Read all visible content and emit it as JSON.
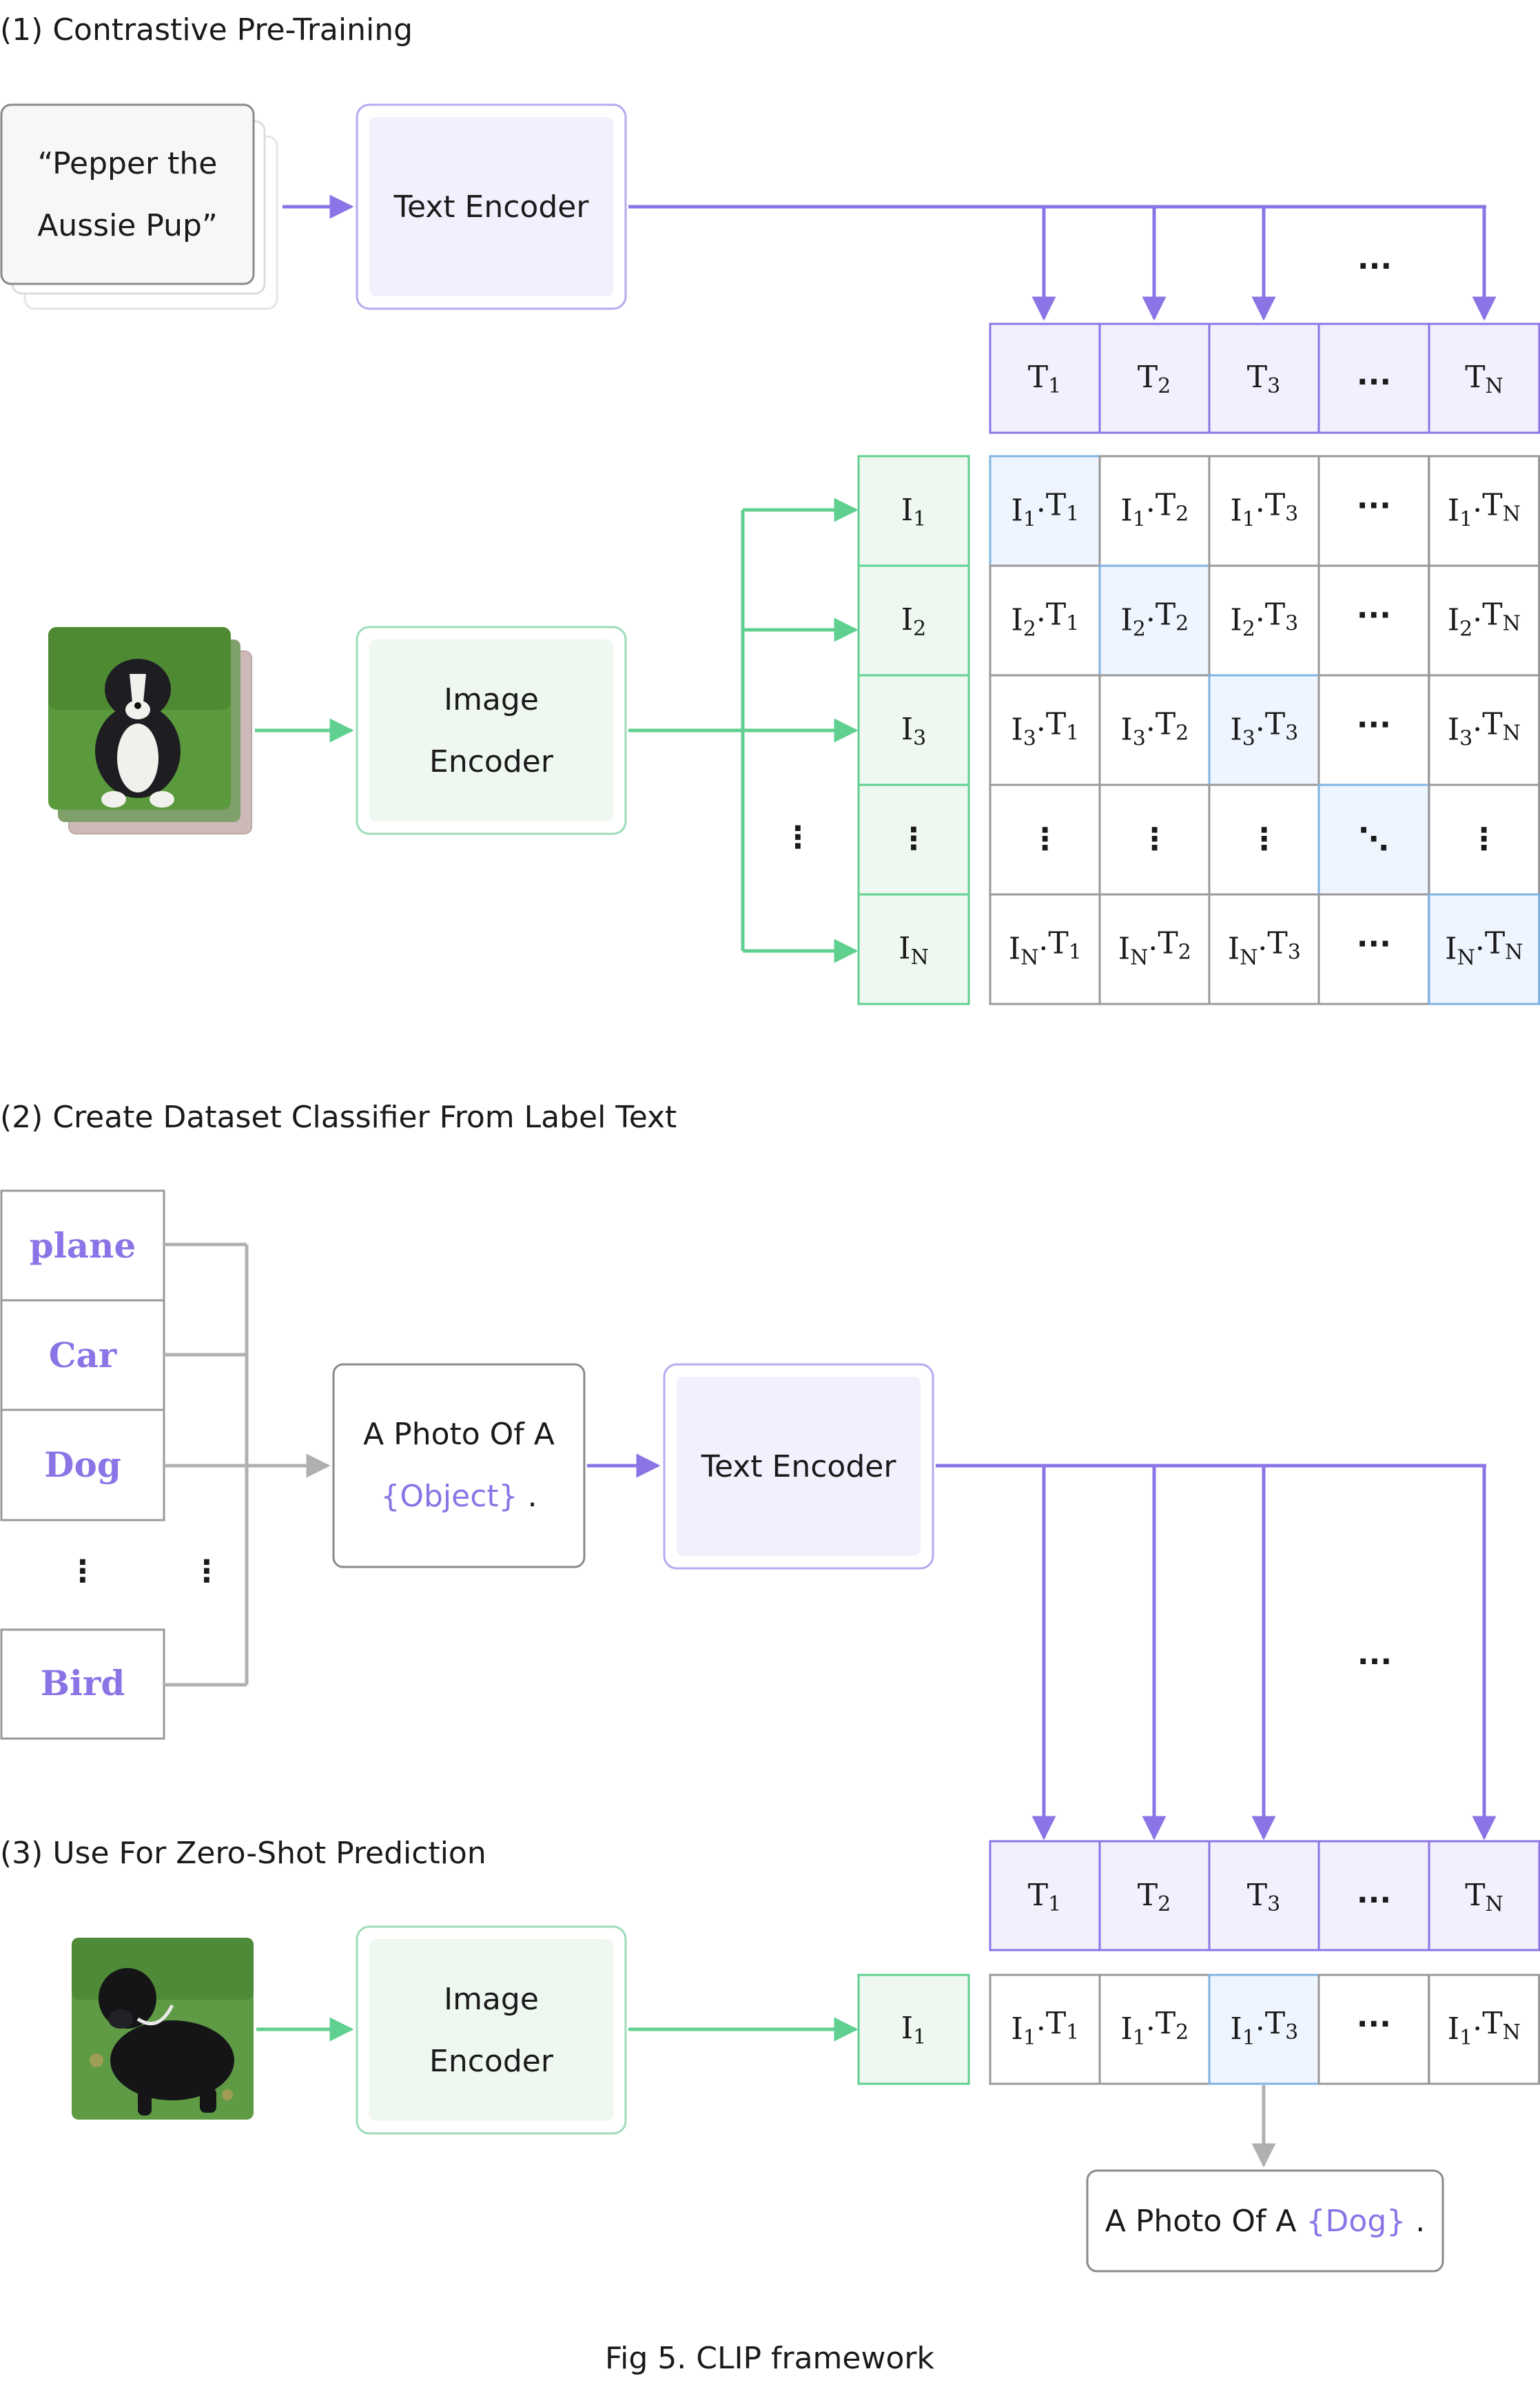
{
  "figure": {
    "caption": "Fig 5. CLIP framework",
    "colors": {
      "text_stream": "#8b74e6",
      "image_stream": "#5fd08f",
      "gray_stream": "#b0b0b0",
      "text_box_fill": "#f3f0fd",
      "image_box_fill": "#eef8f1",
      "highlight_fill": "#eef5fe",
      "highlight_stroke": "#7fb3e3"
    }
  },
  "section1": {
    "title": "(1) Contrastive Pre-Training",
    "input_text_line1": "“Pepper the",
    "input_text_line2": "Aussie Pup”",
    "text_encoder": "Text Encoder",
    "image_encoder_line1": "Image",
    "image_encoder_line2": "Encoder",
    "image_description": "Australian shepherd puppy sitting on grass",
    "text_feature_header": [
      "T1",
      "T2",
      "T3",
      "...",
      "TN"
    ],
    "image_features": [
      "I1",
      "I2",
      "I3",
      "⋮",
      "IN"
    ],
    "matrix": [
      [
        "I1·T1",
        "I1·T2",
        "I1·T3",
        "...",
        "I1·TN"
      ],
      [
        "I2·T1",
        "I2·T2",
        "I2·T3",
        "...",
        "I2·TN"
      ],
      [
        "I3·T1",
        "I3·T2",
        "I3·T3",
        "...",
        "I3·TN"
      ],
      [
        "⋮",
        "⋮",
        "⋮",
        "⋱",
        "⋮"
      ],
      [
        "IN·T1",
        "IN·T2",
        "IN·T3",
        "...",
        "IN·TN"
      ]
    ],
    "arrow_dots": "..."
  },
  "section2": {
    "title": "(2) Create Dataset Classifier From Label Text",
    "labels": [
      "plane",
      "Car",
      "Dog",
      "⋮",
      "Bird"
    ],
    "template_line1": "A Photo Of A",
    "template_object": "{Object}",
    "template_period": ".",
    "text_encoder": "Text Encoder",
    "arrow_dots": "..."
  },
  "section3": {
    "title": "(3) Use For Zero-Shot Prediction",
    "image_encoder_line1": "Image",
    "image_encoder_line2": "Encoder",
    "image_description": "Black puppy sitting on grass",
    "text_feature_header": [
      "T1",
      "T2",
      "T3",
      "...",
      "TN"
    ],
    "image_feature": "I1",
    "scores": [
      "I1·T1",
      "I1·T2",
      "I1·T3",
      "...",
      "I1·TN"
    ],
    "result_prefix": "A Photo Of A",
    "result_object": "{Dog}",
    "result_period": "."
  }
}
